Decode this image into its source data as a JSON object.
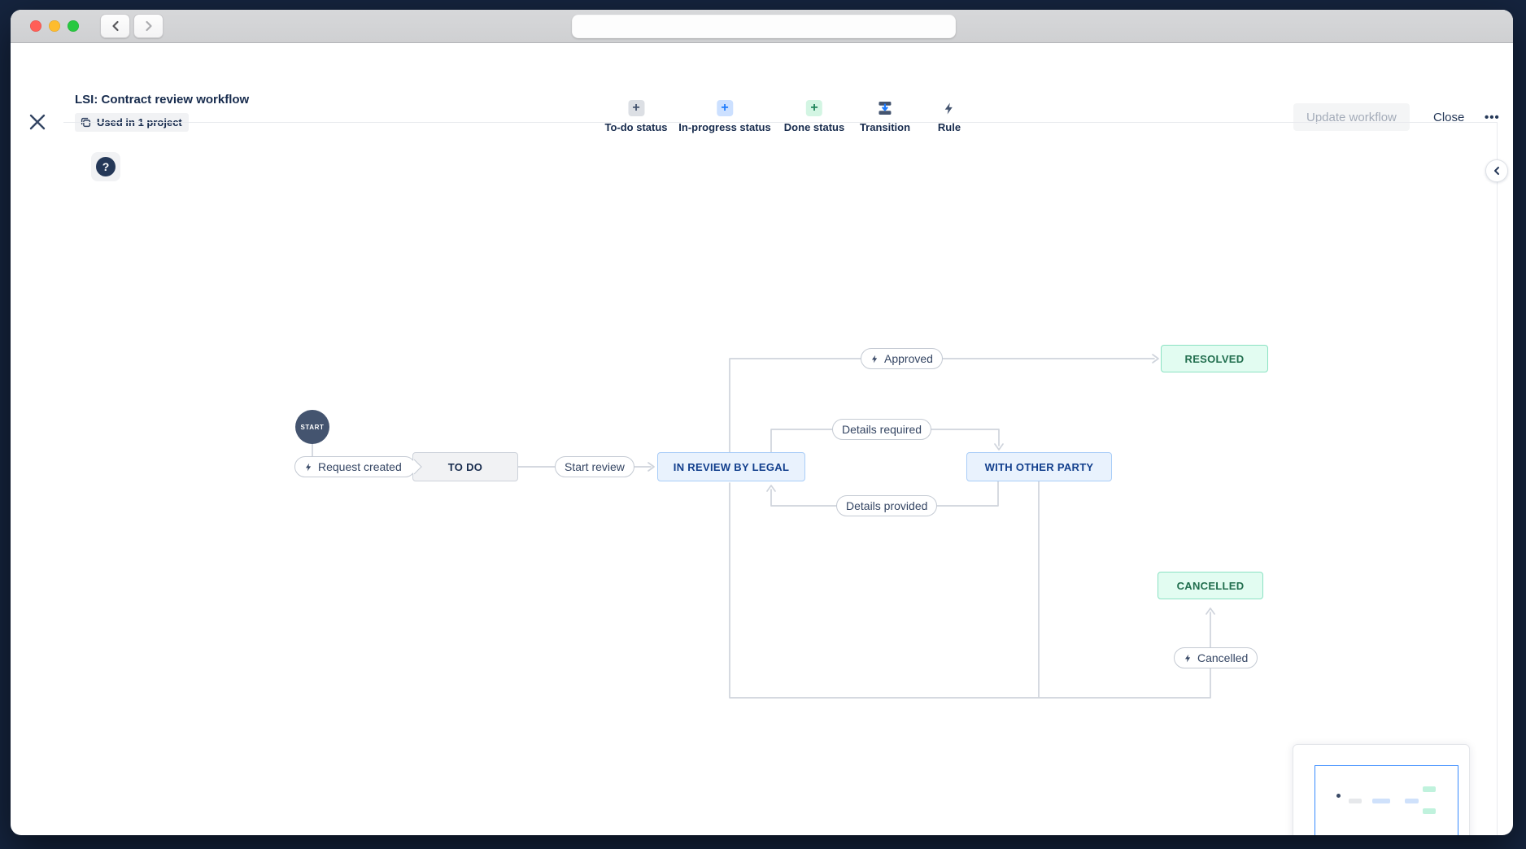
{
  "titlebar": {
    "url": ""
  },
  "header": {
    "title": "LSI: Contract review workflow",
    "badge": "Used in 1 project",
    "toolbar": [
      {
        "label": "To-do status",
        "icon": "plus-icon",
        "icon_glyph": "+"
      },
      {
        "label": "In-progress status",
        "icon": "plus-icon",
        "icon_glyph": "+"
      },
      {
        "label": "Done status",
        "icon": "plus-icon",
        "icon_glyph": "+"
      },
      {
        "label": "Transition",
        "icon": "transition-icon"
      },
      {
        "label": "Rule",
        "icon": "lightning-icon"
      }
    ],
    "actions": {
      "update": "Update workflow",
      "close": "Close",
      "more": "•••"
    }
  },
  "canvas": {
    "start_label": "START",
    "help_glyph": "?",
    "statuses": [
      {
        "label": "TO DO",
        "category": "todo"
      },
      {
        "label": "IN REVIEW BY LEGAL",
        "category": "in-progress"
      },
      {
        "label": "WITH OTHER PARTY",
        "category": "in-progress"
      },
      {
        "label": "RESOLVED",
        "category": "done"
      },
      {
        "label": "CANCELLED",
        "category": "done"
      }
    ],
    "transitions": [
      {
        "label": "Request created",
        "has_rule": true
      },
      {
        "label": "Start review",
        "has_rule": false
      },
      {
        "label": "Approved",
        "has_rule": true
      },
      {
        "label": "Details required",
        "has_rule": false
      },
      {
        "label": "Details provided",
        "has_rule": false
      },
      {
        "label": "Cancelled",
        "has_rule": true
      }
    ]
  },
  "colors": {
    "frame_background": "#15243E",
    "todo_bg": "#F1F2F4",
    "todo_border": "#CDD2DA",
    "todo_text": "#172B4D",
    "in_progress_bg": "#E9F2FD",
    "in_progress_border": "#A9CDF8",
    "in_progress_text": "#123F8D",
    "done_bg": "#E2FCF1",
    "done_border": "#8BE2C3",
    "done_text": "#216E4E",
    "edge_line": "#CFD4DC",
    "accent_blue": "#1D7AFC",
    "accent_green": "#1F845A",
    "slate": "#44546F",
    "navy": "#172B4D",
    "minimap_viewport_border": "#388BFF",
    "traffic_red": "#FF5F57",
    "traffic_yellow": "#FEBC2E",
    "traffic_green": "#28C840"
  }
}
